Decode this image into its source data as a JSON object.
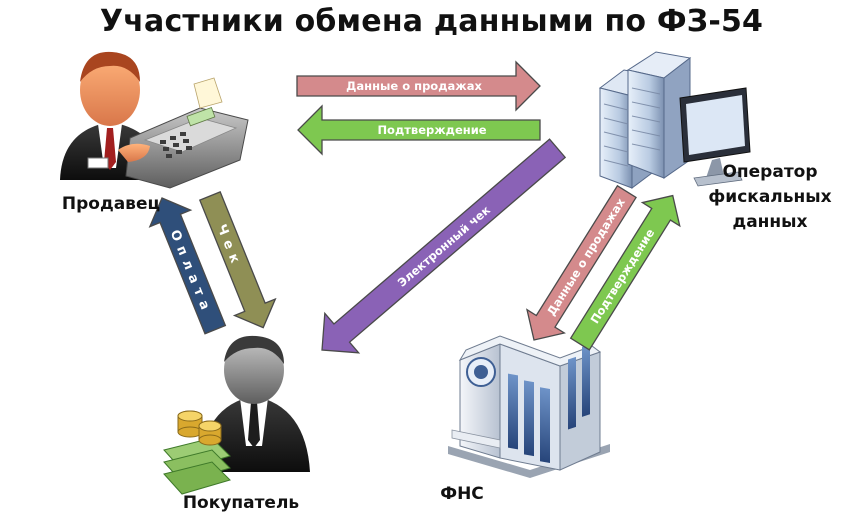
{
  "title": "Участники обмена данными по ФЗ-54",
  "nodes": {
    "seller": "Продавец",
    "operator_line1": "Оператор",
    "operator_line2": "фискальных",
    "operator_line3": "данных",
    "buyer": "Покупатель",
    "fns": "ФНС"
  },
  "arrows": {
    "sales_data": "Данные о продажах",
    "confirmation": "Подтверждение",
    "electronic_receipt": "Электронный чек",
    "fns_sales_data": "Данные о продажах",
    "fns_confirmation": "Подтверждение",
    "payment": "Оплата",
    "receipt": "Чек"
  },
  "colors": {
    "sales_arrow": "#d48a8c",
    "confirm_arrow": "#7ec850",
    "receipt_arrow": "#8a62b6",
    "payment_arrow": "#2f4f7a",
    "check_arrow": "#8f8f55",
    "arrow_border": "#4a4a4a"
  }
}
